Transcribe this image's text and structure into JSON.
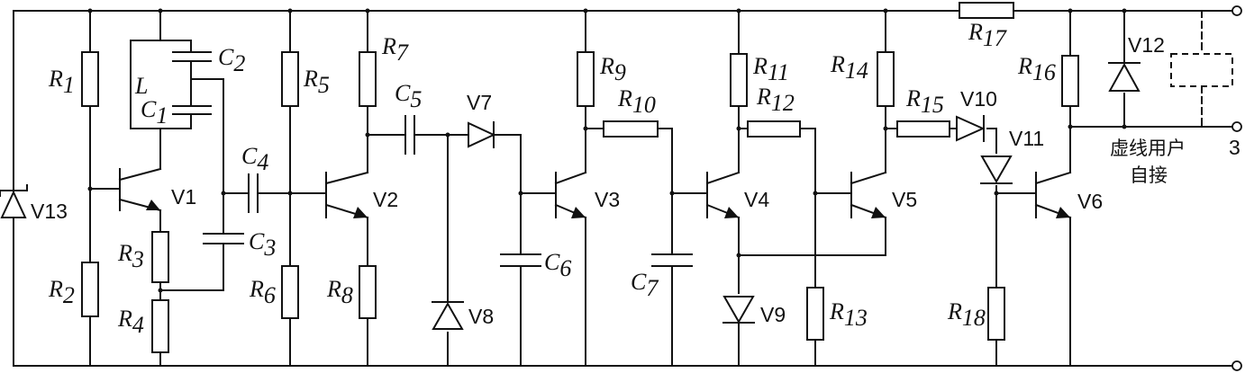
{
  "resistors": {
    "R1": {
      "letter": "R",
      "sub": "1"
    },
    "R2": {
      "letter": "R",
      "sub": "2"
    },
    "R3": {
      "letter": "R",
      "sub": "3"
    },
    "R4": {
      "letter": "R",
      "sub": "4"
    },
    "R5": {
      "letter": "R",
      "sub": "5"
    },
    "R6": {
      "letter": "R",
      "sub": "6"
    },
    "R7": {
      "letter": "R",
      "sub": "7"
    },
    "R8": {
      "letter": "R",
      "sub": "8"
    },
    "R9": {
      "letter": "R",
      "sub": "9"
    },
    "R10": {
      "letter": "R",
      "sub": "10"
    },
    "R11": {
      "letter": "R",
      "sub": "11"
    },
    "R12": {
      "letter": "R",
      "sub": "12"
    },
    "R13": {
      "letter": "R",
      "sub": "13"
    },
    "R14": {
      "letter": "R",
      "sub": "14"
    },
    "R15": {
      "letter": "R",
      "sub": "15"
    },
    "R16": {
      "letter": "R",
      "sub": "16"
    },
    "R17": {
      "letter": "R",
      "sub": "17"
    },
    "R18": {
      "letter": "R",
      "sub": "18"
    }
  },
  "capacitors": {
    "C1": {
      "letter": "C",
      "sub": "1"
    },
    "C2": {
      "letter": "C",
      "sub": "2"
    },
    "C3": {
      "letter": "C",
      "sub": "3"
    },
    "C4": {
      "letter": "C",
      "sub": "4"
    },
    "C5": {
      "letter": "C",
      "sub": "5"
    },
    "C6": {
      "letter": "C",
      "sub": "6"
    },
    "C7": {
      "letter": "C",
      "sub": "7"
    }
  },
  "inductor": {
    "letter": "L"
  },
  "transistors": {
    "V1": "V1",
    "V2": "V2",
    "V3": "V3",
    "V4": "V4",
    "V5": "V5",
    "V6": "V6"
  },
  "diodes": {
    "V7": "V7",
    "V8": "V8",
    "V9": "V9",
    "V10": "V10",
    "V11": "V11",
    "V12": "V12",
    "V13": "V13"
  },
  "terminal_label": "3",
  "note": {
    "line1": "虚线用户",
    "line2": "自接"
  }
}
